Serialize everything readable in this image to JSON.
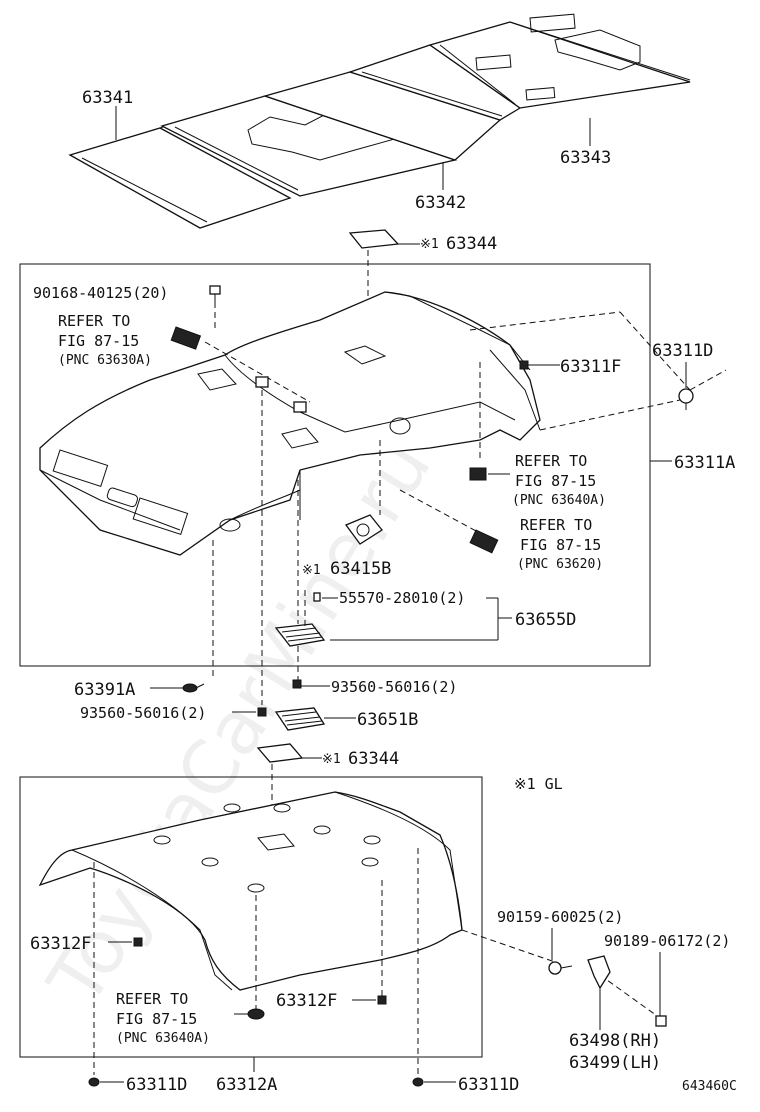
{
  "parts": {
    "p63341": "63341",
    "p63342": "63342",
    "p63343": "63343",
    "p63344_top": "63344",
    "p63344_mid": "63344",
    "note_mark_1": "※1",
    "note_mark_2": "※1",
    "note_mark_3": "※1",
    "p90168": "90168-40125(20)",
    "p63311D_right": "63311D",
    "p63311F": "63311F",
    "p63311A": "63311A",
    "p63415B": "63415B",
    "p55570": "55570-28010(2)",
    "p63655D": "63655D",
    "p63391A": "63391A",
    "p93560_a": "93560-56016(2)",
    "p93560_b": "93560-56016(2)",
    "p63651B": "63651B",
    "gl_note": "※1  GL",
    "p90159": "90159-60025(2)",
    "p90189": "90189-06172(2)",
    "p63312F_left": "63312F",
    "p63312F_mid": "63312F",
    "p63498": "63498(RH)",
    "p63499": "63499(LH)",
    "p63311D_bl": "63311D",
    "p63312A": "63312A",
    "p63311D_br": "63311D",
    "diagram_code": "643460C"
  },
  "refs": {
    "r1_l1": "REFER TO",
    "r1_l2": "FIG 87-15",
    "r1_l3": "(PNC 63630A)",
    "r2_l1": "REFER TO",
    "r2_l2": "FIG 87-15",
    "r2_l3": "(PNC 63640A)",
    "r3_l1": "REFER TO",
    "r3_l2": "FIG 87-15",
    "r3_l3": "(PNC 63620)",
    "r4_l1": "REFER TO",
    "r4_l2": "FIG 87-15",
    "r4_l3": "(PNC 63640A)"
  },
  "watermark": "ToyotaCarMine.ru",
  "icons": {
    "bolt": "bolt-icon",
    "clip": "clip-icon",
    "lamp": "lamp-icon",
    "grille": "grille-icon"
  }
}
